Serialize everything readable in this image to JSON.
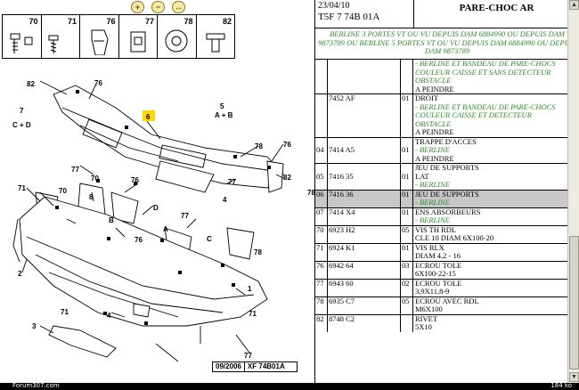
{
  "toolbar": {
    "zoom_in_icon": "zoom-in-icon",
    "zoom_out_icon": "zoom-out-icon",
    "zoom_fit_icon": "zoom-fit-icon"
  },
  "parts_strip": [
    {
      "num": "70",
      "icon": "screw-icon"
    },
    {
      "num": "71",
      "icon": "self-tapping-screw-icon"
    },
    {
      "num": "76",
      "icon": "clip-icon"
    },
    {
      "num": "77",
      "icon": "nut-clip-icon"
    },
    {
      "num": "78",
      "icon": "washer-nut-icon"
    },
    {
      "num": "82",
      "icon": "rivet-icon"
    }
  ],
  "diagram": {
    "callouts": [
      "82",
      "76",
      "7",
      "C + D",
      "6",
      "5",
      "A + B",
      "78",
      "76",
      "77",
      "82",
      "77",
      "78",
      "70",
      "76",
      "71",
      "70",
      "8",
      "D",
      "77",
      "A",
      "B",
      "C",
      "76",
      "78",
      "2",
      "4",
      "1",
      "71",
      "3",
      "71",
      "77",
      "4"
    ],
    "drawing_date": "09/2006",
    "drawing_ref": "XF 74B01A"
  },
  "header": {
    "date": "23/04/10",
    "ref": "T5F 7 74B 01A",
    "title": "PARE-CHOC AR"
  },
  "applicability": "BERLINE 3 PORTES VT OU VU DEPUIS DAM 6884990 OU DEPUIS DAM 9873789 OU BERLINE 5 PORTES VT OU VU DEPUIS DAM 6884990 OU DEPUIS DAM 9873789",
  "rows": [
    {
      "num": "",
      "ref": "",
      "qty": "",
      "lines": [
        {
          "t": "- BERLINE ET BANDEAU DE PARE-CHOCS COULEUR CAISSE ET SANS DETECTEUR OBSTACLE",
          "g": true
        },
        {
          "t": "A PEINDRE",
          "g": false
        }
      ]
    },
    {
      "num": "",
      "ref": "7452 AF",
      "qty": "01",
      "lines": [
        {
          "t": "DROIT",
          "g": false
        },
        {
          "t": "- BERLINE ET BANDEAU DE PARE-CHOCS COULEUR CAISSE ET DETECTEUR OBSTACLE",
          "g": true
        },
        {
          "t": "A PEINDRE",
          "g": false
        }
      ]
    },
    {
      "num": "04",
      "ref": "7414 A5",
      "qty": "01",
      "lines": [
        {
          "t": "TRAPPE D'ACCES",
          "g": false
        },
        {
          "t": "- BERLINE",
          "g": true
        },
        {
          "t": "A PEINDRE",
          "g": false
        }
      ]
    },
    {
      "num": "05",
      "ref": "7416 35",
      "qty": "01",
      "lines": [
        {
          "t": "JEU DE SUPPORTS",
          "g": false
        },
        {
          "t": "LAT",
          "g": false
        },
        {
          "t": "- BERLINE",
          "g": true
        }
      ]
    },
    {
      "num": "06",
      "ref": "7416 36",
      "qty": "01",
      "sel": true,
      "lines": [
        {
          "t": "JEU DE SUPPORTS",
          "g": false
        },
        {
          "t": "- BERLINE",
          "g": true
        }
      ]
    },
    {
      "num": "07",
      "ref": "7414 X4",
      "qty": "01",
      "lines": [
        {
          "t": "ENS ABSORBEURS",
          "g": false
        },
        {
          "t": "- BERLINE",
          "g": true
        }
      ]
    },
    {
      "num": "70",
      "ref": "6923 H2",
      "qty": "05",
      "lines": [
        {
          "t": "VIS TH RDL",
          "g": false
        },
        {
          "t": "CLE 10 DIAM 6X100-20",
          "g": false
        }
      ]
    },
    {
      "num": "71",
      "ref": "6924 K1",
      "qty": "01",
      "lines": [
        {
          "t": "VIS RLX",
          "g": false
        },
        {
          "t": "DIAM 4,2 - 16",
          "g": false
        }
      ]
    },
    {
      "num": "76",
      "ref": "6942 64",
      "qty": "03",
      "lines": [
        {
          "t": "ECROU TOLE",
          "g": false
        },
        {
          "t": "6X100-22-15",
          "g": false
        }
      ]
    },
    {
      "num": "77",
      "ref": "6943 60",
      "qty": "02",
      "lines": [
        {
          "t": "ECROU TOLE",
          "g": false
        },
        {
          "t": "3,9X11,8-9",
          "g": false
        }
      ]
    },
    {
      "num": "78",
      "ref": "6935 C7",
      "qty": "05",
      "lines": [
        {
          "t": "ECROU AVEC RDL",
          "g": false
        },
        {
          "t": "M6X100",
          "g": false
        }
      ]
    },
    {
      "num": "82",
      "ref": "8748 C2",
      "qty": "",
      "lines": [
        {
          "t": "RIVET",
          "g": false
        },
        {
          "t": "5X10",
          "g": false
        }
      ]
    }
  ],
  "footer": {
    "site": "Forum307.com",
    "size": "184 ko"
  }
}
